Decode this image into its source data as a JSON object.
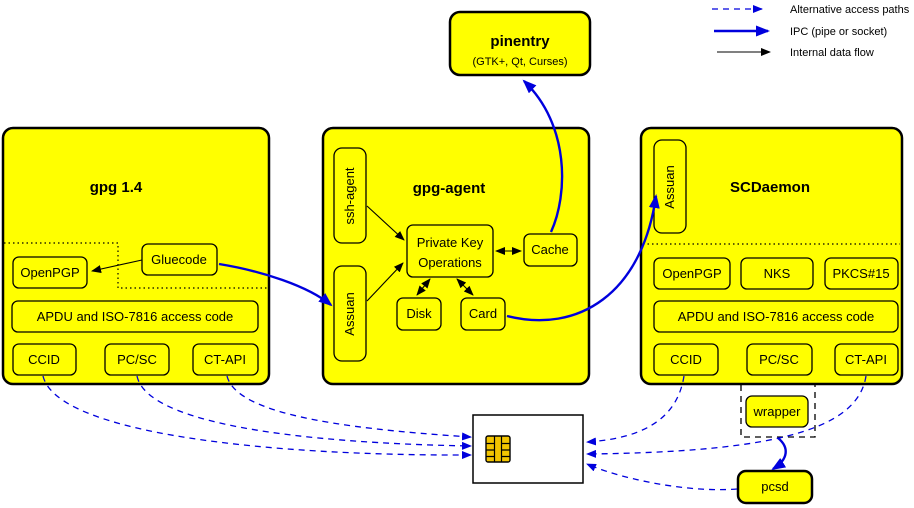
{
  "colors": {
    "box_fill": "#ffff00",
    "ipc_blue": "#0000dd",
    "line_black": "#000000",
    "chip_gold": "#f2c400",
    "background": "#ffffff"
  },
  "legend": {
    "items": [
      {
        "label": "Alternative access paths",
        "style": "dashed-blue-arrow"
      },
      {
        "label": "IPC (pipe or socket)",
        "style": "thick-blue-arrow"
      },
      {
        "label": "Internal data flow",
        "style": "thin-black-arrow"
      }
    ]
  },
  "nodes": {
    "pinentry": {
      "title": "pinentry",
      "subtitle": "(GTK+, Qt, Curses)"
    },
    "gpg14": {
      "title": "gpg 1.4",
      "openpgp": "OpenPGP",
      "gluecode": "Gluecode",
      "apdu": "APDU and ISO-7816 access code",
      "ccid": "CCID",
      "pcsc": "PC/SC",
      "ctapi": "CT-API"
    },
    "gpg_agent": {
      "title": "gpg-agent",
      "ssh_agent": "ssh-agent",
      "assuan": "Assuan",
      "pko_line1": "Private Key",
      "pko_line2": "Operations",
      "cache": "Cache",
      "disk": "Disk",
      "card": "Card"
    },
    "scdaemon": {
      "title": "SCDaemon",
      "assuan": "Assuan",
      "openpgp": "OpenPGP",
      "nks": "NKS",
      "pkcs15": "PKCS#15",
      "apdu": "APDU and ISO-7816 access code",
      "ccid": "CCID",
      "pcsc": "PC/SC",
      "ctapi": "CT-API"
    },
    "wrapper": {
      "label": "wrapper"
    },
    "pcsd": {
      "label": "pcsd"
    }
  }
}
